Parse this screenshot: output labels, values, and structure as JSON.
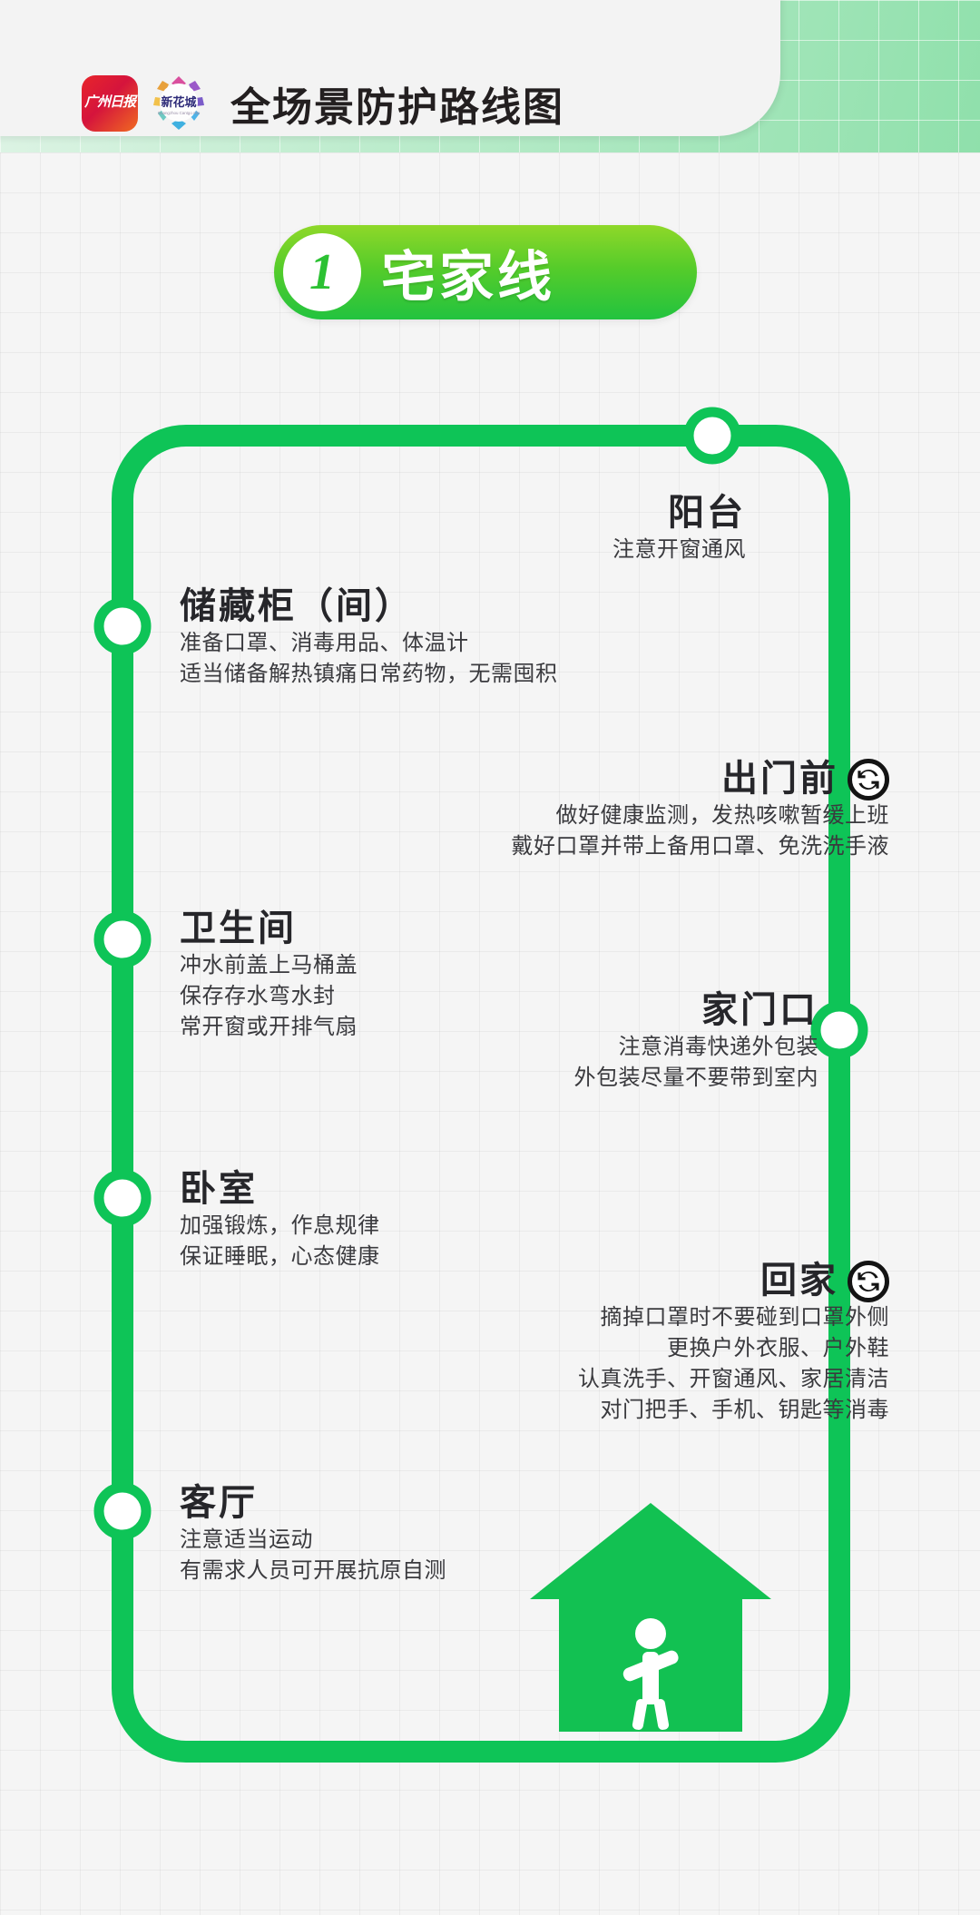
{
  "header": {
    "title": "全场景防护路线图",
    "logo_primary_name": "guangzhou-daily-logo",
    "logo_primary_text": "广州日报",
    "logo_secondary_name": "xinhuacheng-logo",
    "logo_secondary_text": "新花城",
    "logo_secondary_subtext": "Guangzhou Cantgo Alto .Com"
  },
  "badge": {
    "number": "1",
    "label": "宅家线"
  },
  "colors": {
    "line_green": "#0ec457",
    "badge_gradient_start": "#8fd829",
    "badge_gradient_end": "#22c33f",
    "title_dark": "#26262a",
    "background": "#f5f5f5"
  },
  "stations": [
    {
      "name": "balcony",
      "title": "阳台",
      "align": "right",
      "transfer": false,
      "lines": [
        "注意开窗通风"
      ]
    },
    {
      "name": "storage-cabinet",
      "title": "储藏柜（间）",
      "align": "left",
      "transfer": false,
      "lines": [
        "准备口罩、消毒用品、体温计",
        "适当储备解热镇痛日常药物，无需囤积"
      ]
    },
    {
      "name": "before-going-out",
      "title": "出门前",
      "align": "right",
      "transfer": true,
      "lines": [
        "做好健康监测，发热咳嗽暂缓上班",
        "戴好口罩并带上备用口罩、免洗洗手液"
      ]
    },
    {
      "name": "bathroom",
      "title": "卫生间",
      "align": "left",
      "transfer": false,
      "lines": [
        "冲水前盖上马桶盖",
        "保存存水弯水封",
        "常开窗或开排气扇"
      ]
    },
    {
      "name": "front-door",
      "title": "家门口",
      "align": "right",
      "transfer": false,
      "lines": [
        "注意消毒快递外包装",
        "外包装尽量不要带到室内"
      ]
    },
    {
      "name": "bedroom",
      "title": "卧室",
      "align": "left",
      "transfer": false,
      "lines": [
        "加强锻炼，作息规律",
        "保证睡眠，心态健康"
      ]
    },
    {
      "name": "back-home",
      "title": "回家",
      "align": "right",
      "transfer": true,
      "lines": [
        "摘掉口罩时不要碰到口罩外侧",
        "更换户外衣服、户外鞋",
        "认真洗手、开窗通风、家居清洁",
        "对门把手、手机、钥匙等消毒"
      ]
    },
    {
      "name": "living-room",
      "title": "客厅",
      "align": "left",
      "transfer": false,
      "lines": [
        "注意适当运动",
        "有需求人员可开展抗原自测"
      ]
    }
  ],
  "illustration": {
    "name": "house-with-person-icon"
  }
}
